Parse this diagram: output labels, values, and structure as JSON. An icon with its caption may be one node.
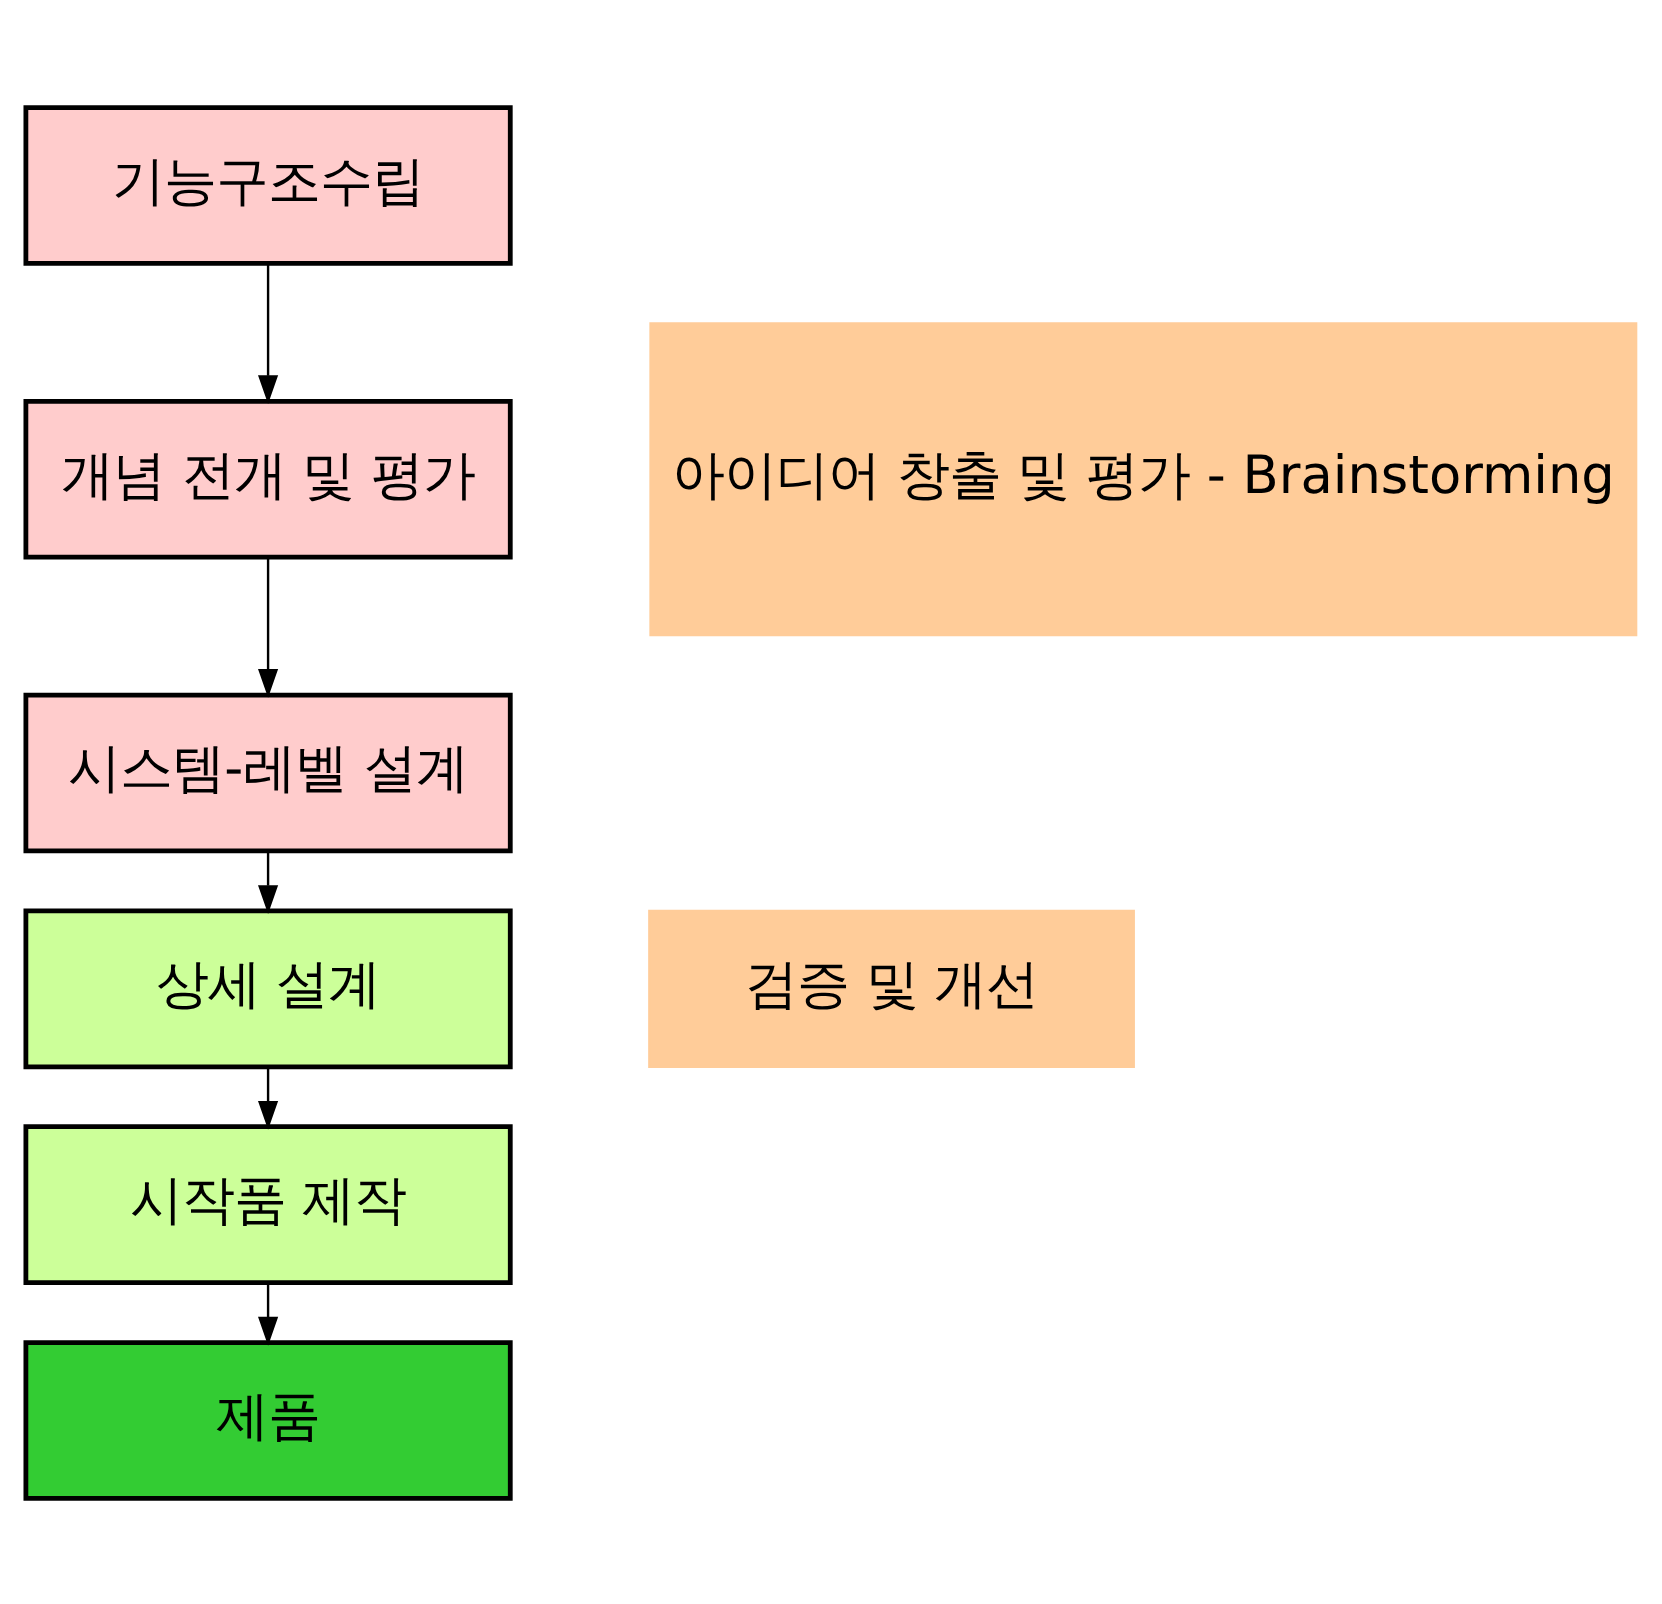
{
  "diagram": {
    "nodes": [
      {
        "text": [
          "기능구조수립"
        ]
      },
      {
        "text": [
          "개념 전개 및 평가"
        ]
      },
      {
        "text": [
          "시스템-레벨 설계"
        ]
      },
      {
        "text": [
          "상세 설계"
        ]
      },
      {
        "text": [
          "시작품 제작"
        ]
      },
      {
        "text": [
          "제품"
        ]
      },
      {
        "text": [
          "아이디어 창출 및 평가 - Brainstorming"
        ]
      },
      {
        "text": [
          "검증 및 개선"
        ]
      }
    ],
    "edges": [
      {
        "from": 0,
        "to": 1,
        "arrow": "to"
      },
      {
        "from": 1,
        "to": 2,
        "arrow": "to"
      },
      {
        "from": 2,
        "to": 3,
        "arrow": "to"
      },
      {
        "from": 3,
        "to": 4,
        "arrow": "to"
      },
      {
        "from": 4,
        "to": 5,
        "arrow": "to"
      }
    ]
  }
}
